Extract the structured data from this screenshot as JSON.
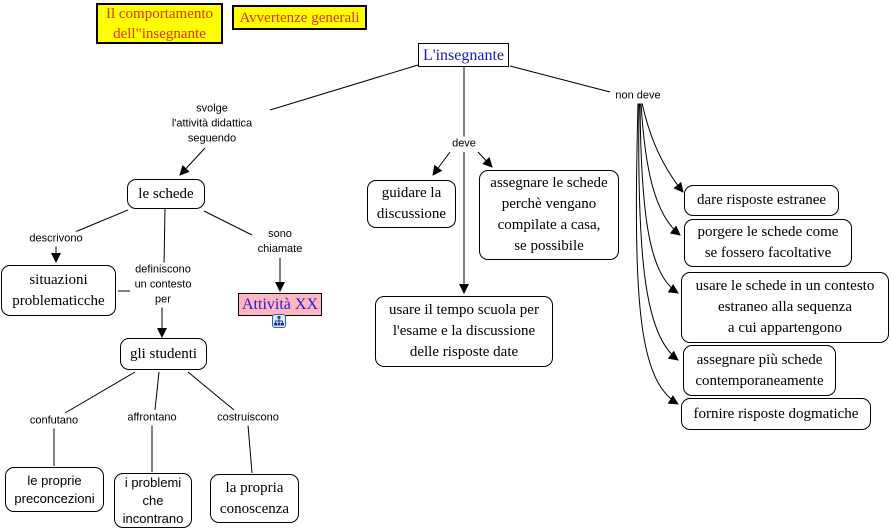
{
  "header_links": [
    {
      "label": "Il comportamento\ndell\"insegnante"
    },
    {
      "label": "Avvertenze generali"
    }
  ],
  "root": {
    "label": "L'insegnante"
  },
  "link_labels": {
    "svolge": "svolge\nl'attività didattica\nseguendo",
    "deve": "deve",
    "non_deve": "non deve",
    "descrivono": "descrivono",
    "definiscono": "definiscono\nun contesto\nper",
    "sono_chiamate": "sono\nchiamate",
    "confutano": "confutano",
    "affrontano": "affrontano",
    "costruiscono": "costruiscono"
  },
  "concepts": {
    "le_schede": "le schede",
    "situazioni": "situazioni\nproblematicche",
    "attivita": "Attività XX",
    "gli_studenti": "gli studenti",
    "preconcezioni": "le proprie\npreconcezioni",
    "problemi": "i problemi\nche\nincontrano",
    "conoscenza": "la propria\nconoscenza",
    "guidare": "guidare la\ndiscussione",
    "assegnare_casa": "assegnare le schede\nperchè vengano\ncompilate a casa,\nse possibile",
    "usare_tempo": "usare il tempo scuola per\nl'esame e la discussione\ndelle risposte date"
  },
  "non_deve_items": [
    "dare risposte estranee",
    "porgere le schede come\nse fossero facoltative",
    "usare le schede in un contesto\nestraneo alla sequenza\na cui appartengono",
    "assegnare più schede\ncontemporaneamente",
    "fornire risposte dogmatiche"
  ],
  "submap_icon": "concept-map-icon",
  "colors": {
    "header_bg": "#ffff00",
    "header_text": "#e0301e",
    "root_text": "#1a1ab0",
    "attivita_bg": "#ffb6c1",
    "attivita_text": "#2020d0"
  }
}
